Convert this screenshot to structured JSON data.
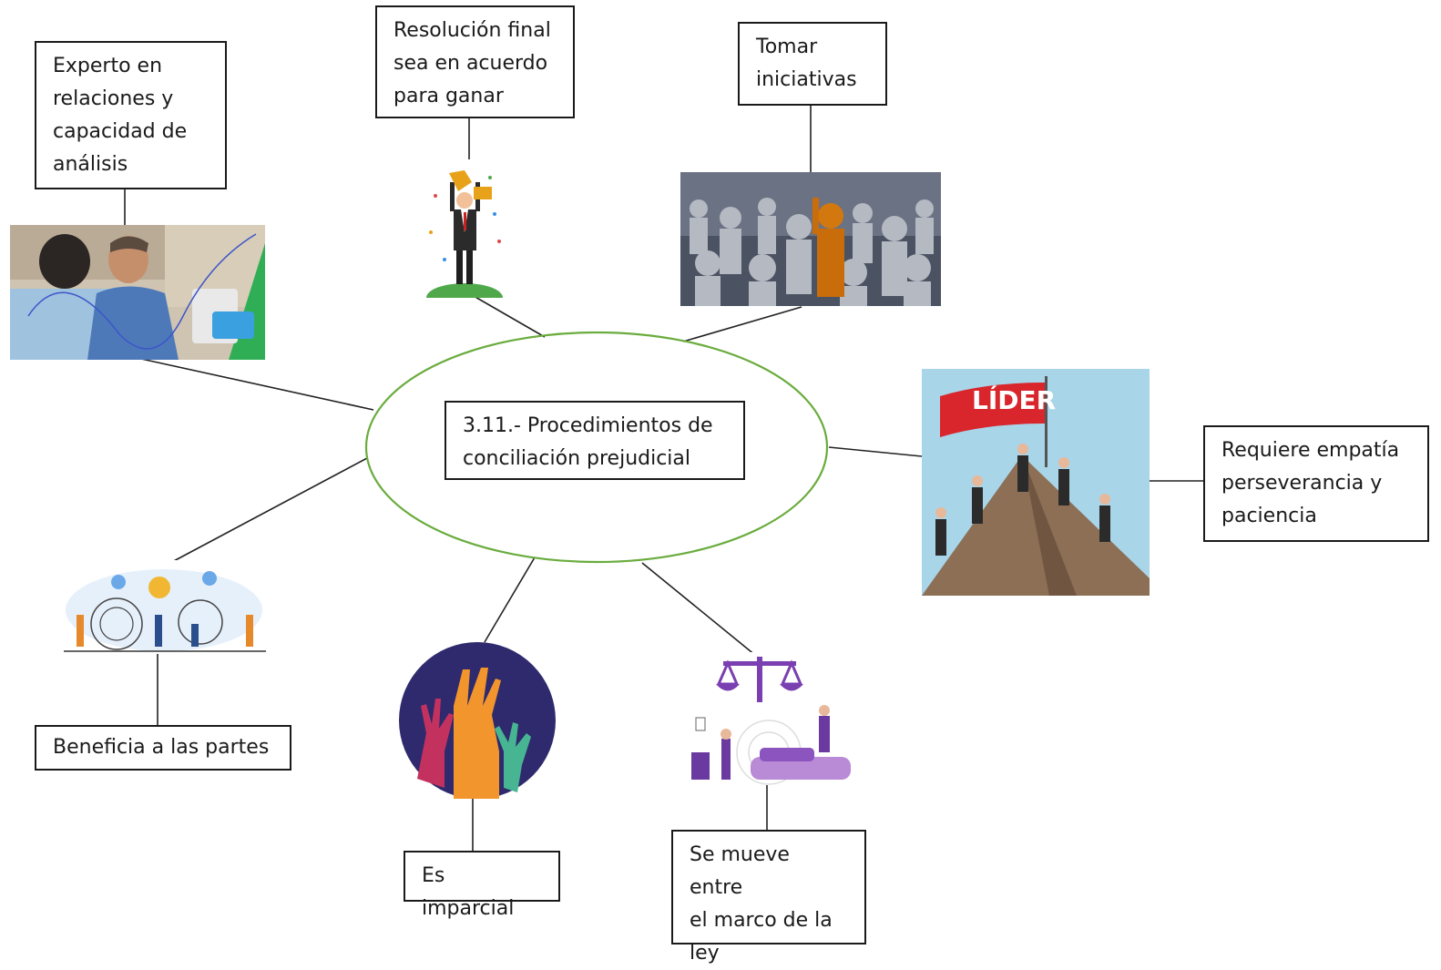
{
  "center": {
    "text": "3.11.- Procedimientos de\nconciliación prejudicial",
    "outline_color": "#6aac3e"
  },
  "nodes": {
    "experto": {
      "text": "Experto en\nrelaciones y\ncapacidad de\nanálisis"
    },
    "resolucion": {
      "text": "Resolución final\nsea en acuerdo\npara ganar"
    },
    "tomar": {
      "text": "Tomar\niniciativas"
    },
    "requiere": {
      "text": "Requiere empatía\nperseverancia y\npaciencia"
    },
    "beneficia": {
      "text": "Beneficia a las partes"
    },
    "imparcial": {
      "text": "Es imparcial"
    },
    "marco": {
      "text": "Se mueve entre\nel marco de la\nley"
    }
  },
  "images": {
    "leader_flag_text": "LÍDER"
  },
  "icons": [
    "meeting-photo",
    "trophy-winner-illustration",
    "standout-figure-illustration",
    "leader-summit-illustration",
    "problem-solving-illustration",
    "raised-hands-icon",
    "justice-scales-illustration"
  ]
}
